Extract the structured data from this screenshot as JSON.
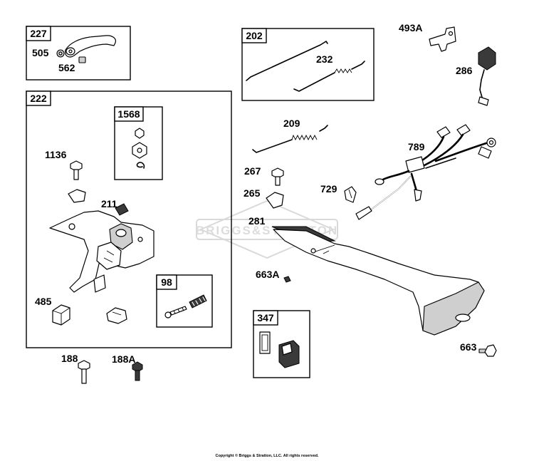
{
  "watermark": "BRIGGS&STRATTON",
  "copyright": "Copyright © Briggs & Stratton, LLC. All rights reserved.",
  "groups": [
    {
      "id": "227"
    },
    {
      "id": "202"
    },
    {
      "id": "222"
    },
    {
      "id": "1568"
    },
    {
      "id": "98"
    },
    {
      "id": "347"
    }
  ],
  "callouts": [
    {
      "id": "505"
    },
    {
      "id": "562"
    },
    {
      "id": "232"
    },
    {
      "id": "493A"
    },
    {
      "id": "286"
    },
    {
      "id": "209"
    },
    {
      "id": "789"
    },
    {
      "id": "1136"
    },
    {
      "id": "211"
    },
    {
      "id": "267"
    },
    {
      "id": "265"
    },
    {
      "id": "729"
    },
    {
      "id": "281"
    },
    {
      "id": "663A"
    },
    {
      "id": "485"
    },
    {
      "id": "663"
    },
    {
      "id": "188"
    },
    {
      "id": "188A"
    }
  ]
}
